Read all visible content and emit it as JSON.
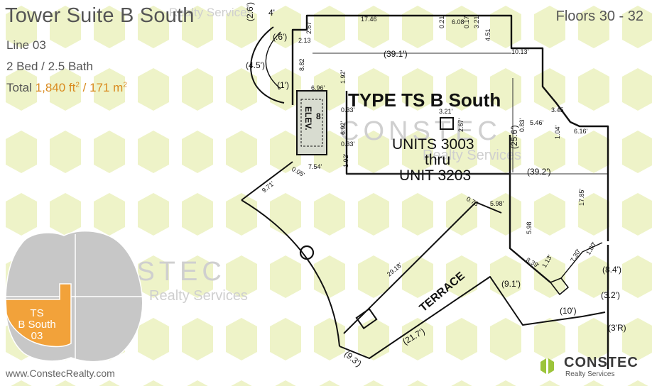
{
  "header": {
    "title": "Tower Suite B South",
    "floors": "Floors 30 - 32"
  },
  "info": {
    "line": "Line 03",
    "beds": "2 Bed / 2.5 Bath",
    "total_prefix": "Total ",
    "area_ft": "1,840 ft",
    "area_sep": " / 171 m",
    "exp": "2"
  },
  "watermark": {
    "brand": "CONSTEC",
    "sub": "Realty Services"
  },
  "plan": {
    "type_label": "TYPE TS B South",
    "units_line1": "UNITS 3003",
    "units_line2": "thru",
    "units_line3": "UNIT 3203",
    "elev": "ELEV.",
    "elev_no": "8",
    "terrace": "TERRACE",
    "dims": {
      "d_17_46": "17.46",
      "d_2_67a": "2.67",
      "d_0_21": "0.21",
      "d_6_08": "6.08",
      "d_0_17": "0.17",
      "d_3_21a": "3.21",
      "d_4_51": "4.51",
      "d_39_1": "(39.1')",
      "d_10_13": "10.13'",
      "d_2_6": "(2.6')",
      "d_4": "4'",
      "d_6": "(.6')",
      "d_2_13": "2.13",
      "d_8_82": "8.82",
      "d_4_5": "(4.5')",
      "d_1": "(1')",
      "d_6_96": "6.96'",
      "d_1_92a": "1.92'",
      "d_0_33a": "0.33'",
      "d_6_92": "6.92'",
      "d_0_33b": "0.33'",
      "d_7_54": "7.54'",
      "d_1_92b": "1.92'",
      "d_0_05": "0.05'",
      "d_3_21b": "3.21'",
      "d_2_67b": "2.67'",
      "d_25_6": "(25.6')",
      "d_39_2": "(39.2')",
      "d_9_71": "9.71'",
      "d_5_46": "5.46'",
      "d_6_16": "6.16'",
      "d_17_85": "17.85'",
      "d_0_76": "0.76'",
      "d_5_98a": "5.98'",
      "d_5_98b": "5.98",
      "d_29_18": "29.18'",
      "d_8_39": "8.39'",
      "d_1_13": "1.13'",
      "d_7_30": "7.30'",
      "d_1_80": "1.80'",
      "d_8_4": "(8.4')",
      "d_9_1": "(9.1')",
      "d_10": "(10')",
      "d_3_2": "(3.2')",
      "d_3r": "(3'R)",
      "d_21_7": "(21.7')",
      "d_9_3": "(9.3')",
      "d_0_83": "0.83'",
      "d_1_04": "1.04'",
      "d_3_45": "3.45"
    }
  },
  "keyplan": {
    "label_1": "TS",
    "label_2": "B South",
    "label_3": "03"
  },
  "footer": {
    "website": "www.ConstecRealty.com",
    "brand_name": "CONSTEC",
    "brand_sub": "Realty Services"
  },
  "colors": {
    "accent": "#f2a23a",
    "pattern": "#eef3c8",
    "keyplan_gray": "#c7c7c7"
  }
}
